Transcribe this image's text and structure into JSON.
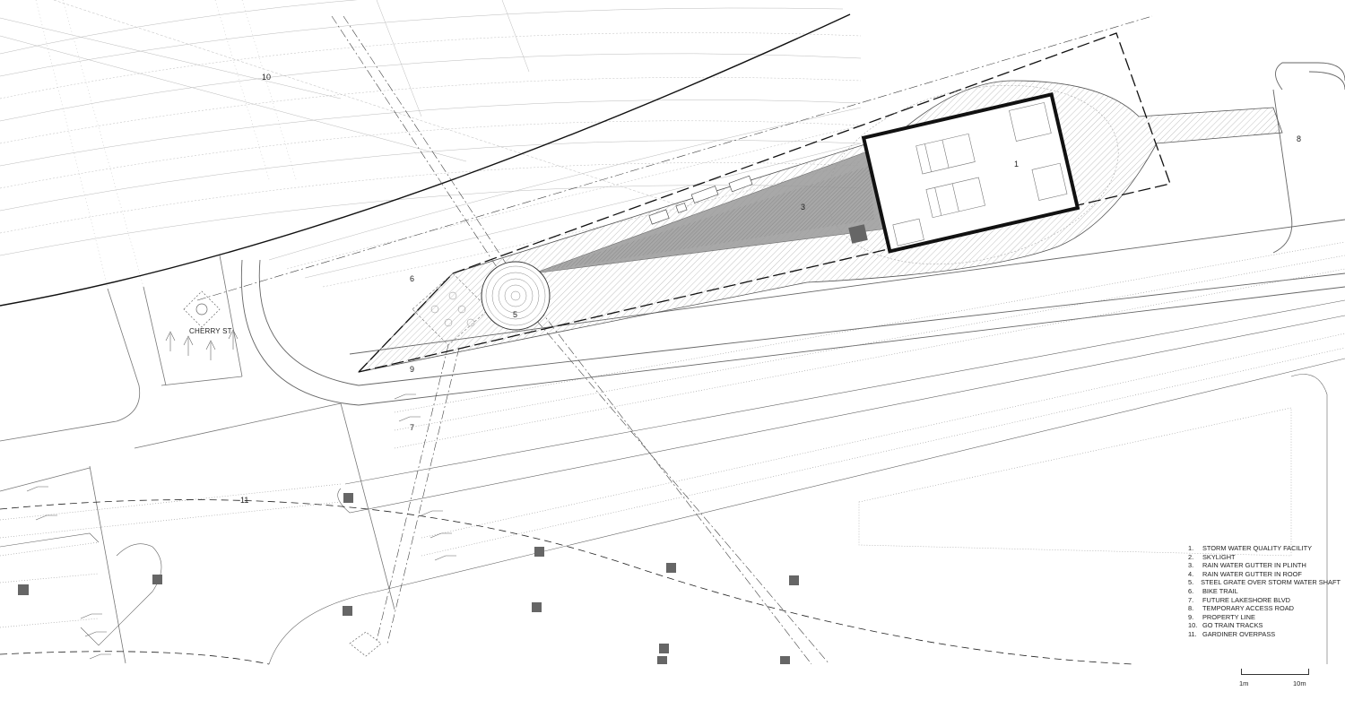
{
  "plan": {
    "street_name": "CHERRY ST",
    "labels": [
      "1",
      "3",
      "5",
      "6",
      "7",
      "8",
      "9",
      "10",
      "11"
    ],
    "legend": [
      {
        "num": "1.",
        "text": "STORM WATER QUALITY FACILITY"
      },
      {
        "num": "2.",
        "text": "SKYLIGHT"
      },
      {
        "num": "3.",
        "text": "RAIN WATER GUTTER IN PLINTH"
      },
      {
        "num": "4.",
        "text": "RAIN WATER GUTTER IN ROOF"
      },
      {
        "num": "5.",
        "text": "STEEL GRATE OVER STORM WATER SHAFT"
      },
      {
        "num": "6.",
        "text": "BIKE TRAIL"
      },
      {
        "num": "7.",
        "text": "FUTURE LAKESHORE BLVD"
      },
      {
        "num": "8.",
        "text": "TEMPORARY ACCESS ROAD"
      },
      {
        "num": "9.",
        "text": "PROPERTY LINE"
      },
      {
        "num": "10.",
        "text": "GO TRAIN TRACKS"
      },
      {
        "num": "11.",
        "text": "GARDINER OVERPASS"
      }
    ],
    "scale": {
      "min_label": "1m",
      "max_label": "10m"
    }
  }
}
